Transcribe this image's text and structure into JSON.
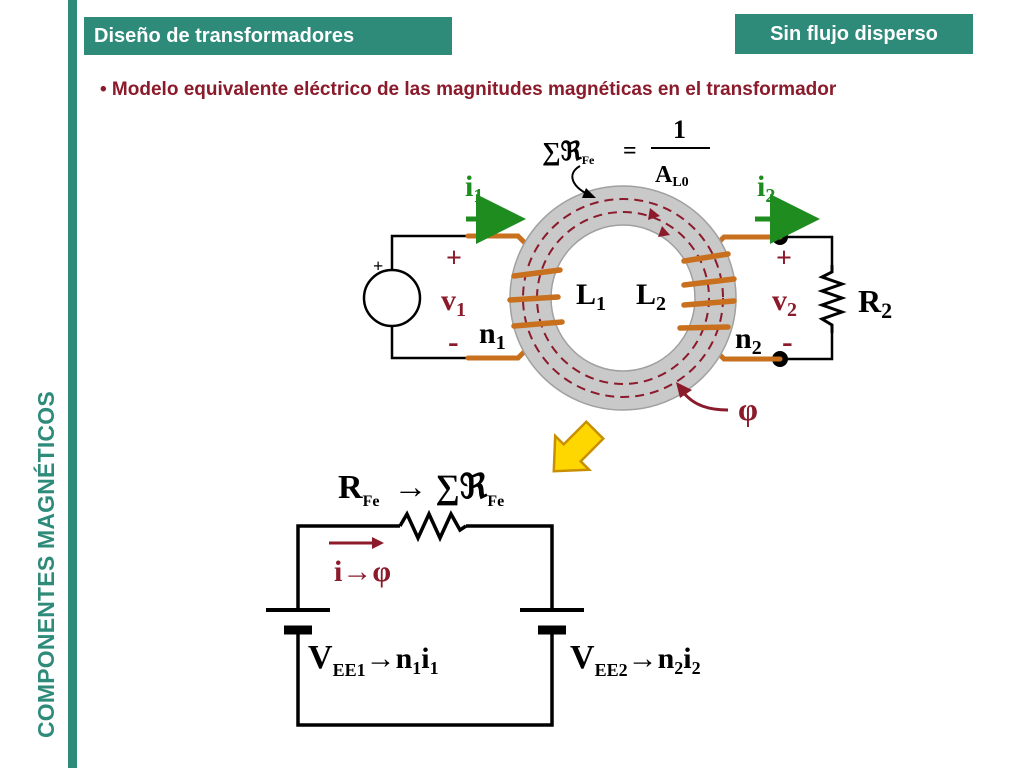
{
  "header": {
    "left_title": "Diseño de transformadores",
    "right_title": "Sin flujo disperso"
  },
  "sidebar": {
    "title": "COMPONENTES MAGNÉTICOS"
  },
  "bullet": {
    "text": "• Modelo equivalente eléctrico de las magnitudes magnéticas en el transformador"
  },
  "reluctance": {
    "sum": "∑ℜ",
    "sub": "Fe",
    "equals": "=",
    "numerator": "1",
    "denominator": "A",
    "den_sub": "L0"
  },
  "circuit": {
    "i1": "i",
    "i1_sub": "1",
    "i2": "i",
    "i2_sub": "2",
    "plus_left": "+",
    "minus_left": "-",
    "plus_right": "+",
    "minus_right": "-",
    "source_plus": "+",
    "v1": "v",
    "v1_sub": "1",
    "v2": "v",
    "v2_sub": "2",
    "L1": "L",
    "L1_sub": "1",
    "L2": "L",
    "L2_sub": "2",
    "n1": "n",
    "n1_sub": "1",
    "n2": "n",
    "n2_sub": "2",
    "R2": "R",
    "R2_sub": "2",
    "phi": "φ"
  },
  "equivalent": {
    "rfe": "R",
    "rfe_sub": "Fe",
    "arrow": "→",
    "sum": "∑ℜ",
    "sum_sub": "Fe",
    "iphi": "i→φ",
    "vee1": "V",
    "vee1_sub": "EE1",
    "vee1_expr": "→n",
    "vee1_n_sub": "1",
    "vee1_i": "i",
    "vee1_i_sub": "1",
    "vee2": "V",
    "vee2_sub": "EE2",
    "vee2_expr": "→n",
    "vee2_n_sub": "2",
    "vee2_i": "i",
    "vee2_i_sub": "2"
  },
  "colors": {
    "accent": "#2e8b7a",
    "dark_red": "#8b1a2b",
    "green": "#1e8c1e",
    "copper": "#c8701e",
    "core": "#c9c9c9",
    "arrow_yellow": "#ffd700"
  }
}
